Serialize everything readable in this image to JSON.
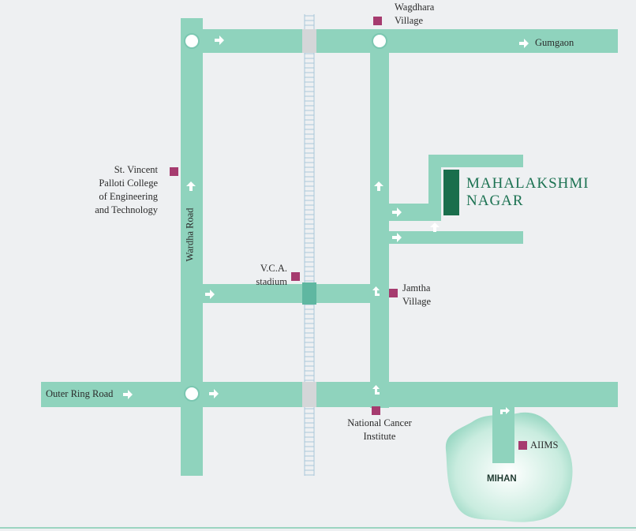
{
  "map": {
    "title": "MAHALAKSHMI NAGAR",
    "title_line1": "MAHALAKSHMI",
    "title_line2": "NAGAR",
    "road_labels": {
      "wardha_road": "Wardha Road",
      "outer_ring_road": "Outer Ring Road",
      "gumgaon": "Gumgaon"
    },
    "places": {
      "wagdhara_line1": "Wagdhara",
      "wagdhara_line2": "Village",
      "st_vincent_line1": "St. Vincent",
      "st_vincent_line2": "Palloti College",
      "st_vincent_line3": "of Engineering",
      "st_vincent_line4": "and Technology",
      "vca_line1": "V.C.A.",
      "vca_line2": "stadium",
      "jamtha_line1": "Jamtha",
      "jamtha_line2": "Village",
      "nci_line1": "National Cancer",
      "nci_line2": "Institute",
      "aiims": "AIIMS",
      "mihan": "MIHAN"
    },
    "colors": {
      "road": "#8fd3bd",
      "marker": "#a63b6f",
      "brand": "#1c7252",
      "brand_block": "#1a6e4c",
      "railway": "#a9c7d9",
      "background": "#eef0f2"
    }
  }
}
